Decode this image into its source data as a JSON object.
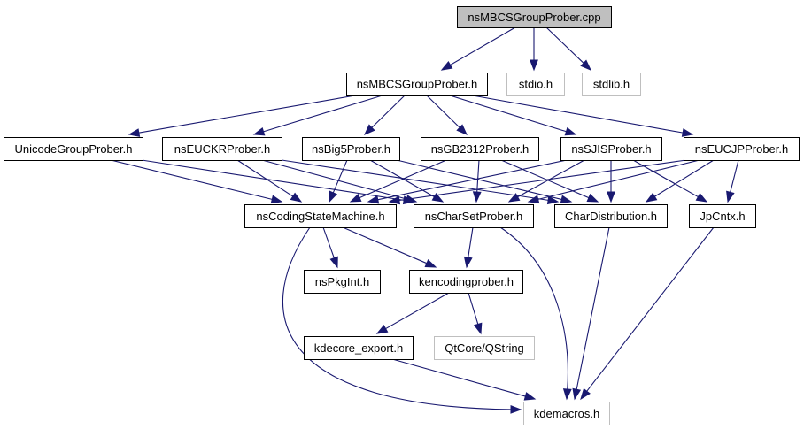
{
  "diagram": {
    "title": "nsMBCSGroupProber.cpp include dependency graph",
    "colors": {
      "edge": "#191970",
      "root_fill": "#bfbfbf",
      "node_border": "#000000",
      "external_border": "#bfbfbf"
    },
    "nodes": [
      {
        "id": "root",
        "label": "nsMBCSGroupProber.cpp",
        "kind": "root"
      },
      {
        "id": "nsMBCSGroupProber_h",
        "label": "nsMBCSGroupProber.h",
        "kind": "documented"
      },
      {
        "id": "stdio_h",
        "label": "stdio.h",
        "kind": "external"
      },
      {
        "id": "stdlib_h",
        "label": "stdlib.h",
        "kind": "external"
      },
      {
        "id": "UnicodeGroupProber_h",
        "label": "UnicodeGroupProber.h",
        "kind": "documented"
      },
      {
        "id": "nsEUCKRProber_h",
        "label": "nsEUCKRProber.h",
        "kind": "documented"
      },
      {
        "id": "nsBig5Prober_h",
        "label": "nsBig5Prober.h",
        "kind": "documented"
      },
      {
        "id": "nsGB2312Prober_h",
        "label": "nsGB2312Prober.h",
        "kind": "documented"
      },
      {
        "id": "nsSJISProber_h",
        "label": "nsSJISProber.h",
        "kind": "documented"
      },
      {
        "id": "nsEUCJPProber_h",
        "label": "nsEUCJPProber.h",
        "kind": "documented"
      },
      {
        "id": "nsCodingStateMachine_h",
        "label": "nsCodingStateMachine.h",
        "kind": "documented"
      },
      {
        "id": "nsCharSetProber_h",
        "label": "nsCharSetProber.h",
        "kind": "documented"
      },
      {
        "id": "CharDistribution_h",
        "label": "CharDistribution.h",
        "kind": "documented"
      },
      {
        "id": "JpCntx_h",
        "label": "JpCntx.h",
        "kind": "documented"
      },
      {
        "id": "nsPkgInt_h",
        "label": "nsPkgInt.h",
        "kind": "documented"
      },
      {
        "id": "kencodingprober_h",
        "label": "kencodingprober.h",
        "kind": "documented"
      },
      {
        "id": "kdecore_export_h",
        "label": "kdecore_export.h",
        "kind": "documented"
      },
      {
        "id": "QtCore_QString",
        "label": "QtCore/QString",
        "kind": "external"
      },
      {
        "id": "kdemacros_h",
        "label": "kdemacros.h",
        "kind": "external"
      }
    ],
    "edges": [
      {
        "from": "root",
        "to": "nsMBCSGroupProber_h"
      },
      {
        "from": "root",
        "to": "stdio_h"
      },
      {
        "from": "root",
        "to": "stdlib_h"
      },
      {
        "from": "nsMBCSGroupProber_h",
        "to": "UnicodeGroupProber_h"
      },
      {
        "from": "nsMBCSGroupProber_h",
        "to": "nsEUCKRProber_h"
      },
      {
        "from": "nsMBCSGroupProber_h",
        "to": "nsBig5Prober_h"
      },
      {
        "from": "nsMBCSGroupProber_h",
        "to": "nsGB2312Prober_h"
      },
      {
        "from": "nsMBCSGroupProber_h",
        "to": "nsSJISProber_h"
      },
      {
        "from": "nsMBCSGroupProber_h",
        "to": "nsEUCJPProber_h"
      },
      {
        "from": "UnicodeGroupProber_h",
        "to": "nsCodingStateMachine_h"
      },
      {
        "from": "UnicodeGroupProber_h",
        "to": "nsCharSetProber_h"
      },
      {
        "from": "nsEUCKRProber_h",
        "to": "nsCodingStateMachine_h"
      },
      {
        "from": "nsEUCKRProber_h",
        "to": "nsCharSetProber_h"
      },
      {
        "from": "nsEUCKRProber_h",
        "to": "CharDistribution_h"
      },
      {
        "from": "nsBig5Prober_h",
        "to": "nsCodingStateMachine_h"
      },
      {
        "from": "nsBig5Prober_h",
        "to": "nsCharSetProber_h"
      },
      {
        "from": "nsBig5Prober_h",
        "to": "CharDistribution_h"
      },
      {
        "from": "nsGB2312Prober_h",
        "to": "nsCodingStateMachine_h"
      },
      {
        "from": "nsGB2312Prober_h",
        "to": "nsCharSetProber_h"
      },
      {
        "from": "nsGB2312Prober_h",
        "to": "CharDistribution_h"
      },
      {
        "from": "nsSJISProber_h",
        "to": "nsCodingStateMachine_h"
      },
      {
        "from": "nsSJISProber_h",
        "to": "nsCharSetProber_h"
      },
      {
        "from": "nsSJISProber_h",
        "to": "CharDistribution_h"
      },
      {
        "from": "nsSJISProber_h",
        "to": "JpCntx_h"
      },
      {
        "from": "nsEUCJPProber_h",
        "to": "nsCodingStateMachine_h"
      },
      {
        "from": "nsEUCJPProber_h",
        "to": "nsCharSetProber_h"
      },
      {
        "from": "nsEUCJPProber_h",
        "to": "CharDistribution_h"
      },
      {
        "from": "nsEUCJPProber_h",
        "to": "JpCntx_h"
      },
      {
        "from": "nsCodingStateMachine_h",
        "to": "nsPkgInt_h"
      },
      {
        "from": "nsCodingStateMachine_h",
        "to": "kencodingprober_h"
      },
      {
        "from": "nsCodingStateMachine_h",
        "to": "kdemacros_h"
      },
      {
        "from": "nsCharSetProber_h",
        "to": "kencodingprober_h"
      },
      {
        "from": "nsCharSetProber_h",
        "to": "kdemacros_h"
      },
      {
        "from": "CharDistribution_h",
        "to": "kdemacros_h"
      },
      {
        "from": "JpCntx_h",
        "to": "kdemacros_h"
      },
      {
        "from": "kencodingprober_h",
        "to": "kdecore_export_h"
      },
      {
        "from": "kencodingprober_h",
        "to": "QtCore_QString"
      },
      {
        "from": "kdecore_export_h",
        "to": "kdemacros_h"
      }
    ]
  }
}
